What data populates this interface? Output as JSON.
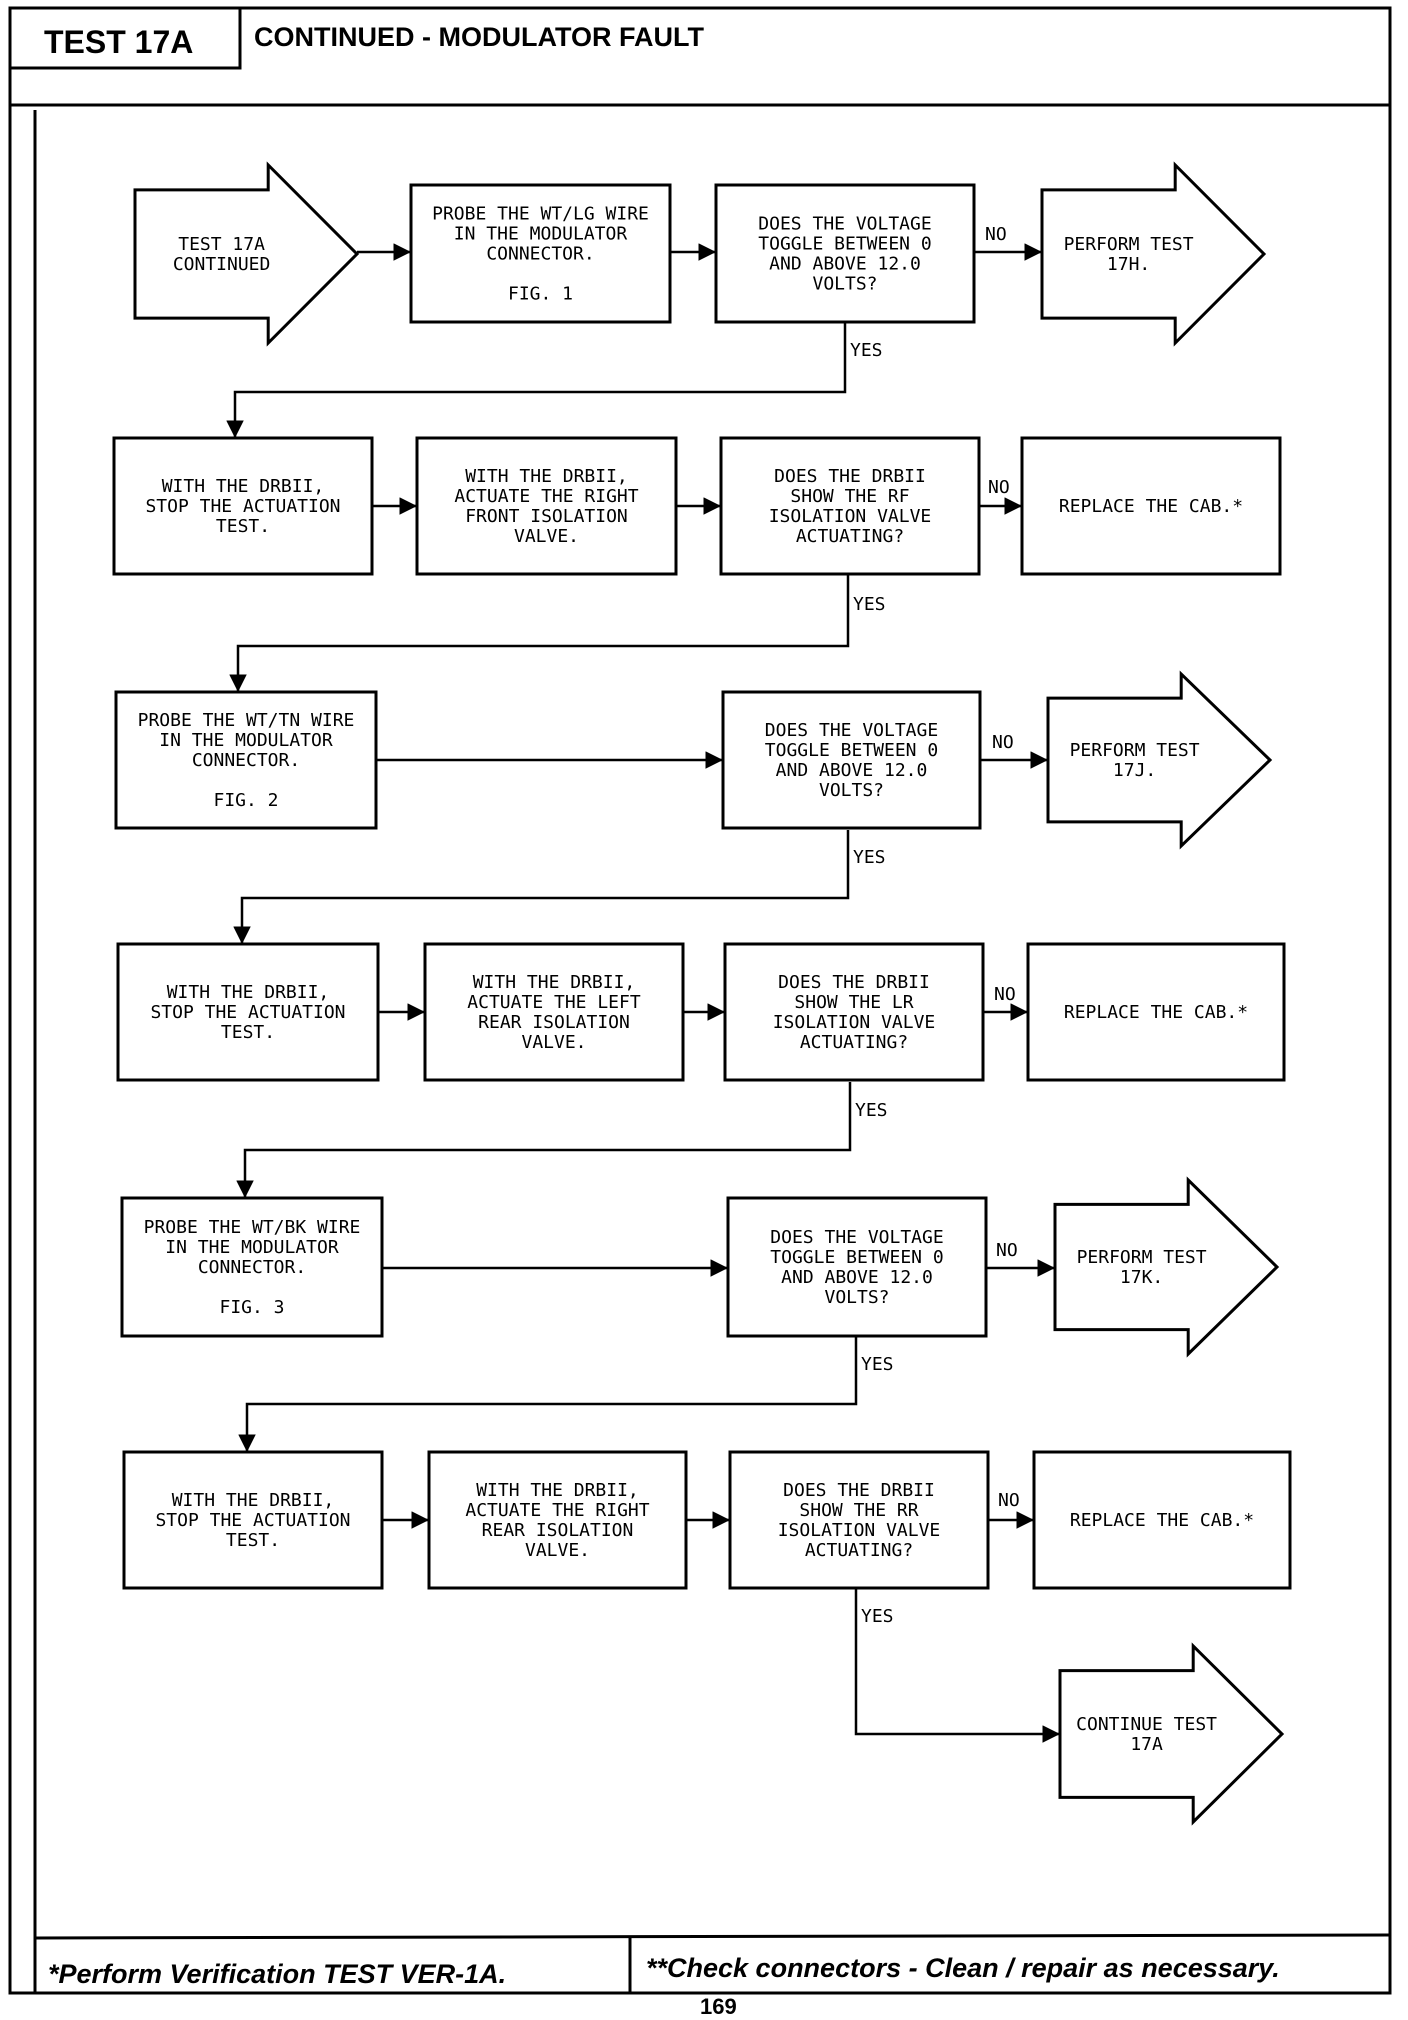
{
  "header": {
    "test_id": "TEST 17A",
    "title": "CONTINUED - MODULATOR FAULT"
  },
  "footer": {
    "left_note": "*Perform Verification TEST VER-1A.",
    "right_note": "**Check connectors - Clean / repair as necessary.",
    "page_number": "169"
  },
  "labels": {
    "yes": "YES",
    "no": "NO"
  },
  "nodes": [
    {
      "id": "start",
      "shape": "arrow",
      "lines": [
        "TEST 17A",
        "CONTINUED"
      ]
    },
    {
      "id": "p1",
      "shape": "box",
      "lines": [
        "PROBE THE WT/LG WIRE",
        "IN THE MODULATOR",
        "CONNECTOR.",
        "",
        "FIG. 1"
      ]
    },
    {
      "id": "d1",
      "shape": "box",
      "lines": [
        "DOES THE VOLTAGE",
        "TOGGLE BETWEEN 0",
        "AND ABOVE 12.0",
        "VOLTS?"
      ]
    },
    {
      "id": "o1",
      "shape": "arrow",
      "lines": [
        "PERFORM TEST",
        "17H."
      ]
    },
    {
      "id": "s1",
      "shape": "box",
      "lines": [
        "WITH THE DRBII,",
        "STOP THE ACTUATION",
        "TEST."
      ]
    },
    {
      "id": "a1",
      "shape": "box",
      "lines": [
        "WITH THE DRBII,",
        "ACTUATE THE RIGHT",
        "FRONT ISOLATION",
        "VALVE."
      ]
    },
    {
      "id": "q1",
      "shape": "box",
      "lines": [
        "DOES THE DRBII",
        "SHOW THE RF",
        "ISOLATION VALVE",
        "ACTUATING?"
      ]
    },
    {
      "id": "r1",
      "shape": "box",
      "lines": [
        "REPLACE THE CAB.*"
      ]
    },
    {
      "id": "p2",
      "shape": "box",
      "lines": [
        "PROBE THE WT/TN WIRE",
        "IN THE MODULATOR",
        "CONNECTOR.",
        "",
        "FIG. 2"
      ]
    },
    {
      "id": "d2",
      "shape": "box",
      "lines": [
        "DOES THE VOLTAGE",
        "TOGGLE BETWEEN 0",
        "AND ABOVE 12.0",
        "VOLTS?"
      ]
    },
    {
      "id": "o2",
      "shape": "arrow",
      "lines": [
        "PERFORM TEST",
        "17J."
      ]
    },
    {
      "id": "s2",
      "shape": "box",
      "lines": [
        "WITH THE DRBII,",
        "STOP THE ACTUATION",
        "TEST."
      ]
    },
    {
      "id": "a2",
      "shape": "box",
      "lines": [
        "WITH THE DRBII,",
        "ACTUATE THE LEFT",
        "REAR ISOLATION",
        "VALVE."
      ]
    },
    {
      "id": "q2",
      "shape": "box",
      "lines": [
        "DOES THE DRBII",
        "SHOW THE LR",
        "ISOLATION VALVE",
        "ACTUATING?"
      ]
    },
    {
      "id": "r2",
      "shape": "box",
      "lines": [
        "REPLACE THE CAB.*"
      ]
    },
    {
      "id": "p3",
      "shape": "box",
      "lines": [
        "PROBE THE WT/BK WIRE",
        "IN THE MODULATOR",
        "CONNECTOR.",
        "",
        "FIG. 3"
      ]
    },
    {
      "id": "d3",
      "shape": "box",
      "lines": [
        "DOES THE VOLTAGE",
        "TOGGLE BETWEEN 0",
        "AND ABOVE 12.0",
        "VOLTS?"
      ]
    },
    {
      "id": "o3",
      "shape": "arrow",
      "lines": [
        "PERFORM TEST",
        "17K."
      ]
    },
    {
      "id": "s3",
      "shape": "box",
      "lines": [
        "WITH THE DRBII,",
        "STOP THE ACTUATION",
        "TEST."
      ]
    },
    {
      "id": "a3",
      "shape": "box",
      "lines": [
        "WITH THE DRBII,",
        "ACTUATE THE RIGHT",
        "REAR ISOLATION",
        "VALVE."
      ]
    },
    {
      "id": "q3",
      "shape": "box",
      "lines": [
        "DOES THE DRBII",
        "SHOW THE RR",
        "ISOLATION VALVE",
        "ACTUATING?"
      ]
    },
    {
      "id": "r3",
      "shape": "box",
      "lines": [
        "REPLACE THE CAB.*"
      ]
    },
    {
      "id": "end",
      "shape": "arrow",
      "lines": [
        "CONTINUE TEST",
        "17A"
      ]
    }
  ],
  "edges": [
    {
      "from": "start",
      "to": "p1",
      "label": ""
    },
    {
      "from": "p1",
      "to": "d1",
      "label": ""
    },
    {
      "from": "d1",
      "to": "o1",
      "label": "NO"
    },
    {
      "from": "d1",
      "to": "s1",
      "label": "YES"
    },
    {
      "from": "s1",
      "to": "a1",
      "label": ""
    },
    {
      "from": "a1",
      "to": "q1",
      "label": ""
    },
    {
      "from": "q1",
      "to": "r1",
      "label": "NO"
    },
    {
      "from": "q1",
      "to": "p2",
      "label": "YES"
    },
    {
      "from": "p2",
      "to": "d2",
      "label": ""
    },
    {
      "from": "d2",
      "to": "o2",
      "label": "NO"
    },
    {
      "from": "d2",
      "to": "s2",
      "label": "YES"
    },
    {
      "from": "s2",
      "to": "a2",
      "label": ""
    },
    {
      "from": "a2",
      "to": "q2",
      "label": ""
    },
    {
      "from": "q2",
      "to": "r2",
      "label": "NO"
    },
    {
      "from": "q2",
      "to": "p3",
      "label": "YES"
    },
    {
      "from": "p3",
      "to": "d3",
      "label": ""
    },
    {
      "from": "d3",
      "to": "o3",
      "label": "NO"
    },
    {
      "from": "d3",
      "to": "s3",
      "label": "YES"
    },
    {
      "from": "s3",
      "to": "a3",
      "label": ""
    },
    {
      "from": "a3",
      "to": "q3",
      "label": ""
    },
    {
      "from": "q3",
      "to": "r3",
      "label": "NO"
    },
    {
      "from": "q3",
      "to": "end",
      "label": "YES"
    }
  ]
}
